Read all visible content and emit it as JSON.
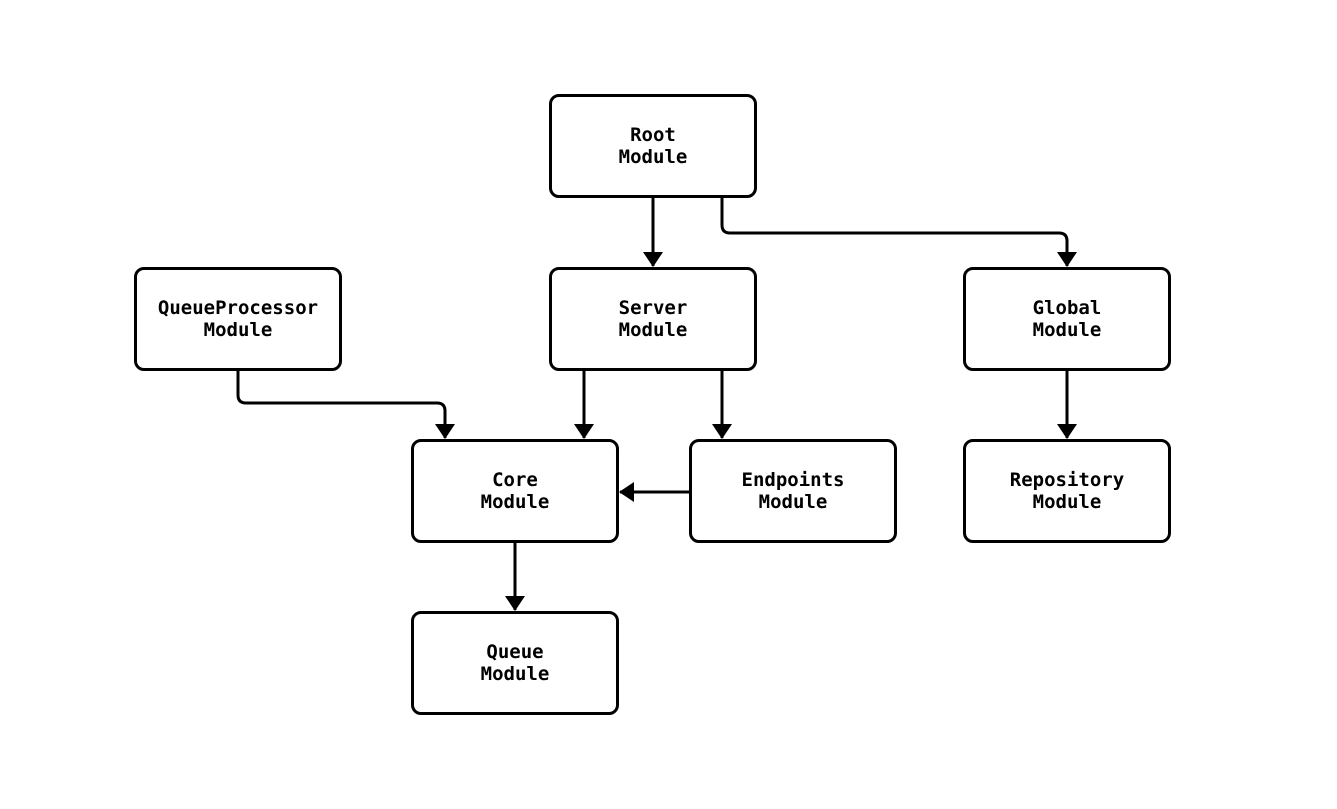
{
  "diagram": {
    "type": "module-dependency-graph",
    "colors": {
      "background": "#ffffff",
      "node_fill": "#ffffff",
      "node_border": "#000000",
      "edge_stroke": "#000000",
      "text": "#000000"
    },
    "nodes": [
      {
        "id": "root",
        "label": "Root\nModule"
      },
      {
        "id": "queueprocessor",
        "label": "QueueProcessor\nModule"
      },
      {
        "id": "server",
        "label": "Server\nModule"
      },
      {
        "id": "global",
        "label": "Global\nModule"
      },
      {
        "id": "core",
        "label": "Core\nModule"
      },
      {
        "id": "endpoints",
        "label": "Endpoints\nModule"
      },
      {
        "id": "repository",
        "label": "Repository\nModule"
      },
      {
        "id": "queue",
        "label": "Queue\nModule"
      }
    ],
    "edges": [
      {
        "from": "root",
        "to": "server"
      },
      {
        "from": "root",
        "to": "global"
      },
      {
        "from": "queueprocessor",
        "to": "core"
      },
      {
        "from": "server",
        "to": "core"
      },
      {
        "from": "server",
        "to": "endpoints"
      },
      {
        "from": "endpoints",
        "to": "core"
      },
      {
        "from": "global",
        "to": "repository"
      },
      {
        "from": "core",
        "to": "queue"
      }
    ]
  }
}
